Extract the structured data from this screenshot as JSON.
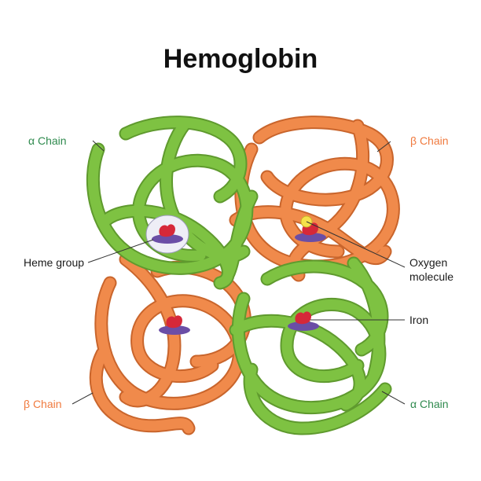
{
  "title": "Hemoglobin",
  "labels": {
    "alpha_top": "α Chain",
    "beta_top": "β Chain",
    "heme_group": "Heme group",
    "oxygen_line1": "Oxygen",
    "oxygen_line2": "molecule",
    "iron": "Iron",
    "beta_bottom": "β Chain",
    "alpha_bottom": "α Chain"
  },
  "colors": {
    "alpha_chain": "#7ec242",
    "beta_chain": "#f08a4b",
    "label_green": "#2f8a4e",
    "label_orange": "#f07a3e",
    "heme_red": "#d62839",
    "heme_disc": "#6b4ea6",
    "oxygen": "#f5e14a"
  }
}
